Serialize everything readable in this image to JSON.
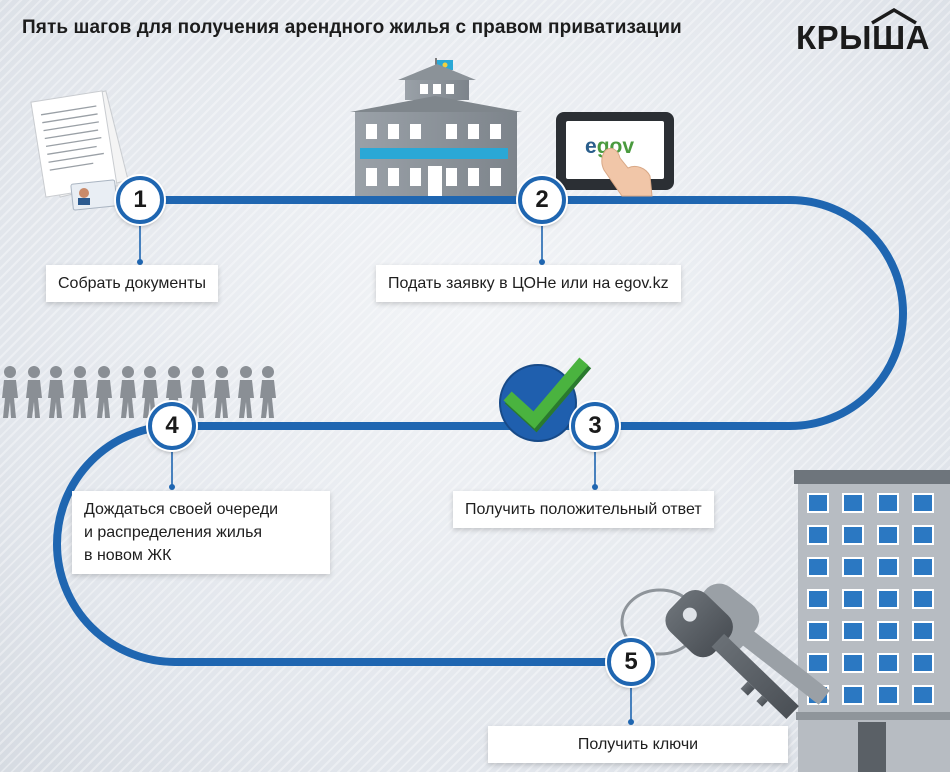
{
  "title": "Пять шагов для получения арендного жилья с правом приватизации",
  "logo": {
    "text": "КРЫША",
    "accent_color": "#1b1b1b"
  },
  "egov_screen_text": {
    "prefix": "e",
    "suffix": "gov"
  },
  "path_color": "#1f66b1",
  "steps": [
    {
      "number": "1",
      "label": "Собрать документы",
      "icon": "documents-icon"
    },
    {
      "number": "2",
      "label": "Подать заявку в ЦОНе или на egov.kz",
      "icon": "tablet-egov-icon"
    },
    {
      "number": "3",
      "label": "Получить положительный ответ",
      "icon": "checkmark-icon"
    },
    {
      "number": "4",
      "label_lines": [
        "Дождаться своей очереди",
        "и распределения жилья",
        "в новом ЖК"
      ],
      "icon": "queue-people-icon"
    },
    {
      "number": "5",
      "label": "Получить ключи",
      "icon": "keys-icon"
    }
  ]
}
